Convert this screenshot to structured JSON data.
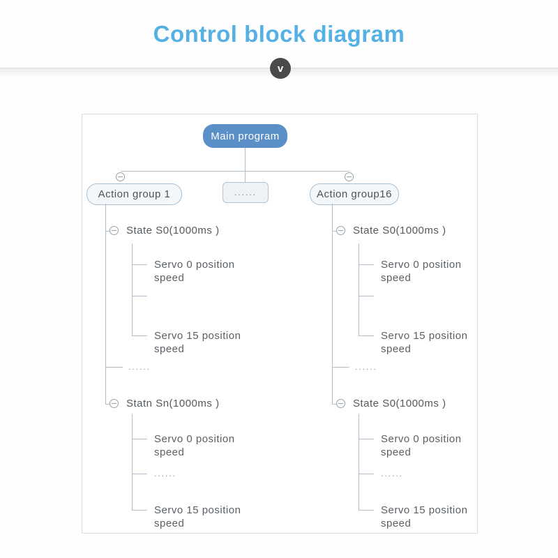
{
  "title": "Control block diagram",
  "divider": {
    "chevron": "v"
  },
  "diagram": {
    "root_label": "Main program",
    "mid_ellipsis": "......",
    "left_group": {
      "label": "Action group 1",
      "state1": "State S0(1000ms )",
      "state1_children": [
        "Servo 0 position speed",
        "",
        "Servo 15 position speed"
      ],
      "ellipsis": "......",
      "state2": "Statn Sn(1000ms )",
      "state2_children": [
        "Servo 0 position speed",
        "......",
        "Servo 15 position speed"
      ]
    },
    "right_group": {
      "label": "Action group16",
      "state1": "State S0(1000ms )",
      "state1_children": [
        "Servo 0 position speed",
        "",
        "Servo 15 position speed"
      ],
      "ellipsis": "......",
      "state2": "State S0(1000ms )",
      "state2_children": [
        "Servo 0 position speed",
        "......",
        "Servo 15 position speed"
      ]
    }
  },
  "colors": {
    "title_blue": "#55b1e4",
    "root_node_fill": "#5b8fc7",
    "pill_border": "#a6c0d6",
    "pill_fill": "#f3f7fa",
    "tree_line": "#b2bdc7",
    "text": "#54595e",
    "divider_circle": "#4a4a4a"
  }
}
